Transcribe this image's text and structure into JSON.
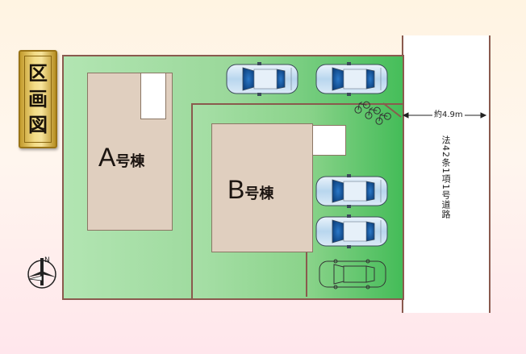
{
  "title_plaque": [
    "区",
    "画",
    "図"
  ],
  "buildings": {
    "a": {
      "letter": "A",
      "suffix": "号棟"
    },
    "b": {
      "letter": "B",
      "suffix": "号棟"
    }
  },
  "road": {
    "label": "法42条1項1号道路",
    "width_label": "約4.9m"
  },
  "compass": {
    "north_label": "N"
  },
  "colors": {
    "lot_green": "#9ad89a",
    "boundary": "#8a5a4e",
    "building": "#e0cfbf",
    "car_body": "#bcd9ef"
  }
}
